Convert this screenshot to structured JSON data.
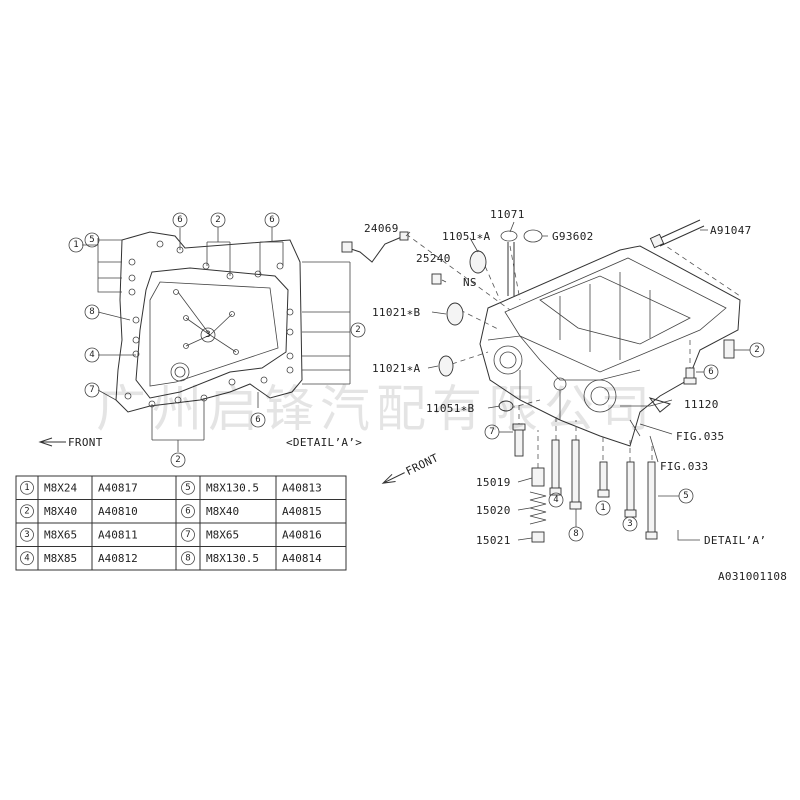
{
  "left_view": {
    "callouts": [
      "1",
      "2",
      "3",
      "4",
      "5",
      "6",
      "7",
      "8"
    ],
    "front_label": "FRONT",
    "detail_label": "<DETAIL’A’>"
  },
  "right_view": {
    "part_labels": {
      "p24069": "24069",
      "p11071": "11071",
      "p11051a": "11051∗A",
      "pG93602": "G93602",
      "pA91047": "A91047",
      "p25240": "25240",
      "pNS": "NS",
      "p11021b": "11021∗B",
      "p11021a": "11021∗A",
      "p11051b": "11051∗B",
      "p11120": "11120",
      "pFIG035": "FIG.035",
      "pFIG033": "FIG.033",
      "p15019": "15019",
      "p15020": "15020",
      "p15021": "15021",
      "pDetail": "DETAIL’A’"
    },
    "front_label": "FRONT",
    "callouts": [
      "2",
      "6",
      "7",
      "4",
      "8",
      "1",
      "3",
      "5"
    ]
  },
  "bolt_table": [
    {
      "num": "1",
      "size": "M8X24",
      "code": "A40817"
    },
    {
      "num": "2",
      "size": "M8X40",
      "code": "A40810"
    },
    {
      "num": "3",
      "size": "M8X65",
      "code": "A40811"
    },
    {
      "num": "4",
      "size": "M8X85",
      "code": "A40812"
    },
    {
      "num": "5",
      "size": "M8X130.5",
      "code": "A40813"
    },
    {
      "num": "6",
      "size": "M8X40",
      "code": "A40815"
    },
    {
      "num": "7",
      "size": "M8X65",
      "code": "A40816"
    },
    {
      "num": "8",
      "size": "M8X130.5",
      "code": "A40814"
    }
  ],
  "diagram_code": "A031001108",
  "watermark": "广州启锋汽配有限公司"
}
